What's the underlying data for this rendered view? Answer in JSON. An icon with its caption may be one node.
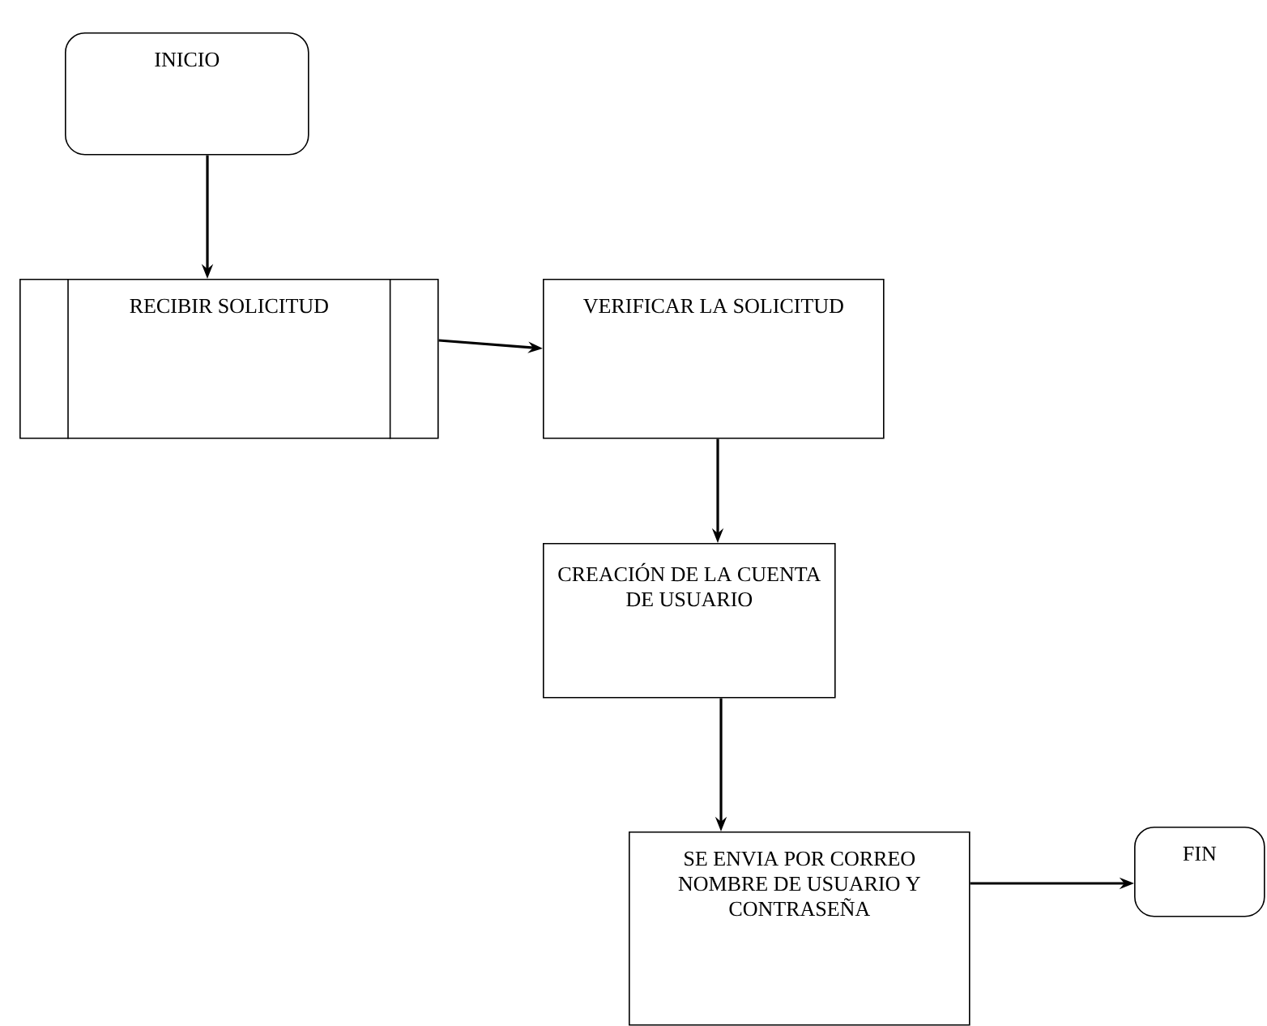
{
  "diagram": {
    "nodes": [
      {
        "text": [
          "INICIO"
        ]
      },
      {
        "text": [
          "RECIBIR SOLICITUD"
        ]
      },
      {
        "text": [
          "VERIFICAR LA SOLICITUD"
        ]
      },
      {
        "text": [
          "CREACIÓN DE LA CUENTA DE USUARIO"
        ]
      },
      {
        "text": [
          "SE ENVIA POR CORREO NOMBRE DE USUARIO Y CONTRASEÑA"
        ]
      },
      {
        "text": [
          "FIN"
        ]
      }
    ],
    "edges": [
      {
        "from": 0,
        "to": 1,
        "arrow": "to"
      },
      {
        "from": 1,
        "to": 2,
        "arrow": "to"
      },
      {
        "from": 2,
        "to": 3,
        "arrow": "to"
      },
      {
        "from": 3,
        "to": 4,
        "arrow": "to"
      },
      {
        "from": 4,
        "to": 5,
        "arrow": "to"
      }
    ]
  }
}
